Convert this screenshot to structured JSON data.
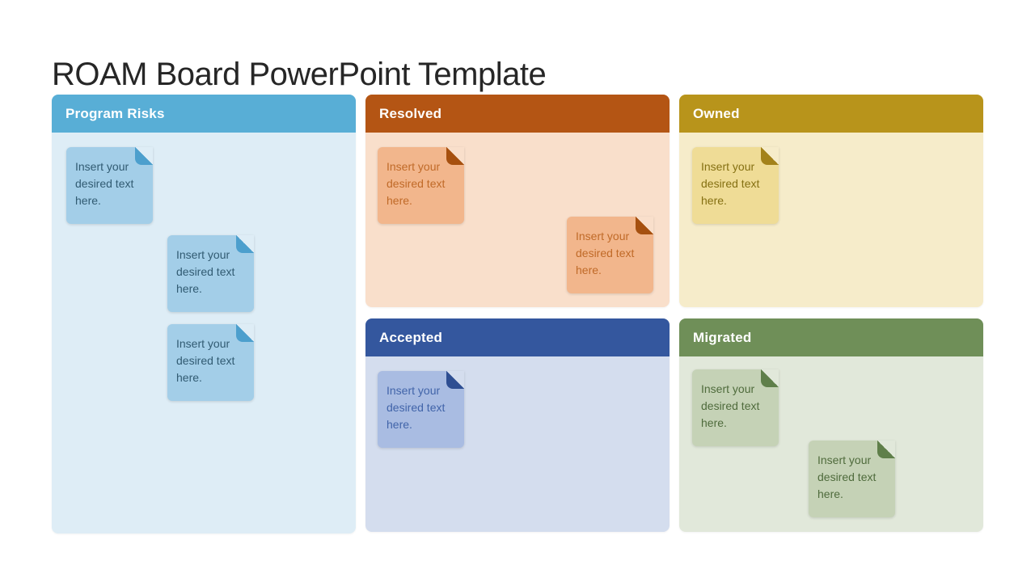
{
  "slide": {
    "title": "ROAM Board PowerPoint Template",
    "background_color": "#FFFFFF",
    "title_color": "#262626"
  },
  "note_text": "Insert your desired text here.",
  "panels": [
    {
      "id": "program-risks",
      "label": "Program Risks",
      "header_color": "#58AED6",
      "body_color": "#DEEDF6",
      "note_color": "#A3CEE8",
      "fold_color": "#4C9FCD",
      "note_text_color": "#315B72",
      "note_count": 3
    },
    {
      "id": "resolved",
      "label": "Resolved",
      "header_color": "#B45514",
      "body_color": "#F9DFCB",
      "note_color": "#F2B68C",
      "fold_color": "#A6500F",
      "note_text_color": "#C06A28",
      "note_count": 2
    },
    {
      "id": "owned",
      "label": "Owned",
      "header_color": "#B8941B",
      "body_color": "#F6ECCA",
      "note_color": "#EFDC96",
      "fold_color": "#A3821A",
      "note_text_color": "#857012",
      "note_count": 1
    },
    {
      "id": "accepted",
      "label": "Accepted",
      "header_color": "#34579E",
      "body_color": "#D4DDEE",
      "note_color": "#A9BCE2",
      "fold_color": "#2E4E92",
      "note_text_color": "#4164A9",
      "note_count": 1
    },
    {
      "id": "migrated",
      "label": "Migrated",
      "header_color": "#6F8F58",
      "body_color": "#E1E8DA",
      "note_color": "#C5D2B6",
      "fold_color": "#5F7F4A",
      "note_text_color": "#4F6B3C",
      "note_count": 2
    }
  ]
}
